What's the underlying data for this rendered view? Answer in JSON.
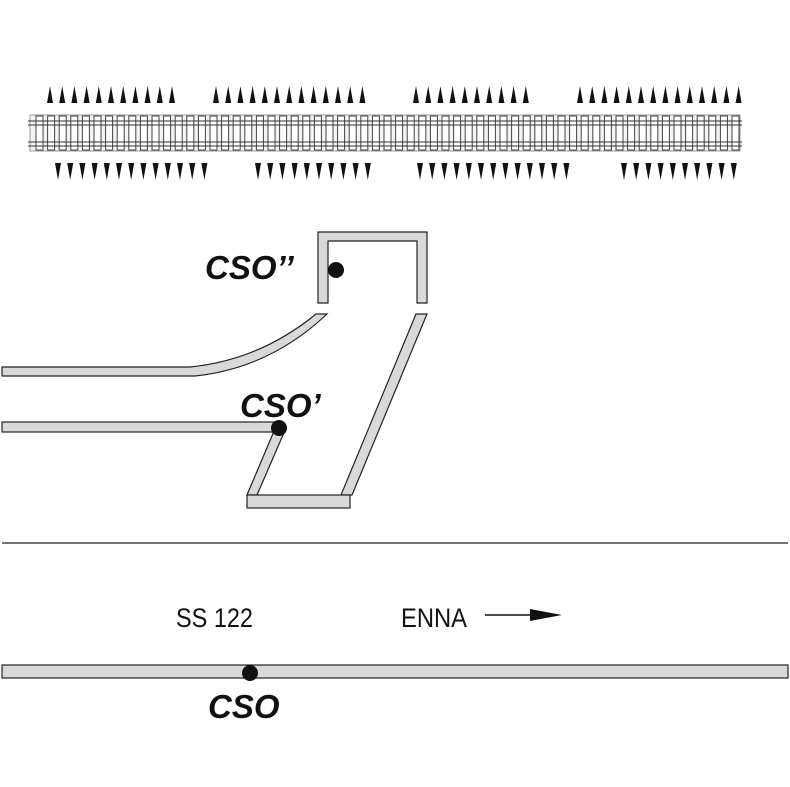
{
  "diagram": {
    "labels": {
      "cso_double": "CSO’’",
      "cso_single": "CSO’",
      "cso": "CSO",
      "road_name": "SS 122",
      "direction": "ENNA"
    },
    "colors": {
      "road_fill": "#d9d9d9",
      "outline": "#222222",
      "background": "#ffffff"
    },
    "elements": {
      "railway": "railway-track with spikes",
      "direction_arrow": "arrow-right-icon",
      "points": [
        "CSO’’",
        "CSO’",
        "CSO"
      ]
    }
  }
}
